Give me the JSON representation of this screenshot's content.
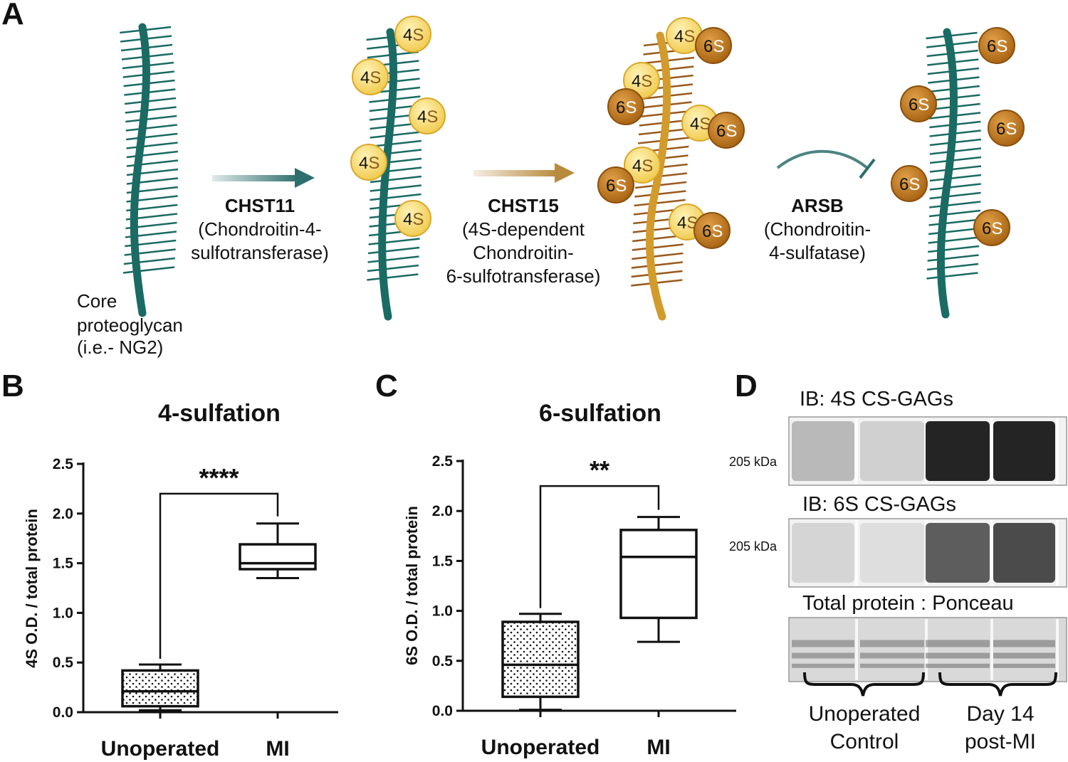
{
  "panel_a": {
    "letter": "A",
    "core_label": [
      "Core",
      "proteoglycan",
      "(i.e.- NG2)"
    ],
    "bead_4s_prefix": "4",
    "bead_6s_prefix": "6",
    "bead_suffix": "S",
    "enzymes": [
      {
        "name": "CHST11",
        "lines": [
          "(Chondroitin-4-",
          "sulfotransferase)"
        ],
        "color": "#2e6f6c",
        "action": "arrow"
      },
      {
        "name": "CHST15",
        "lines": [
          "(4S-dependent",
          "Chondroitin-",
          "6-sulfotransferase)"
        ],
        "color": "#b98a3c",
        "action": "arrow"
      },
      {
        "name": "ARSB",
        "lines": [
          "(Chondroitin-",
          "4-sulfatase)"
        ],
        "color": "#2e6f6c",
        "action": "inhibit"
      }
    ],
    "colors": {
      "chain_teal": "#1a6b63",
      "chain_gold": "#d29b2b",
      "branch_brown": "#9a5a1e",
      "bead_4s": "#f7d86a",
      "bead_6s": "#c07a1e"
    }
  },
  "panel_b": {
    "letter": "B",
    "chart_data": {
      "type": "box",
      "title": "4-sulfation",
      "ylabel": "4S O.D. / total protein",
      "ylim": [
        0,
        2.5
      ],
      "yticks": [
        "0.0",
        "0.5",
        "1.0",
        "1.5",
        "2.0",
        "2.5"
      ],
      "categories": [
        "Unoperated",
        "MI"
      ],
      "boxes": [
        {
          "category": "Unoperated",
          "min": 0.02,
          "q1": 0.06,
          "median": 0.21,
          "q3": 0.42,
          "max": 0.48,
          "fill": "dotted"
        },
        {
          "category": "MI",
          "min": 1.35,
          "q1": 1.44,
          "median": 1.5,
          "q3": 1.69,
          "max": 1.9,
          "fill": "none"
        }
      ],
      "significance": {
        "label": "****",
        "y": 2.2
      }
    }
  },
  "panel_c": {
    "letter": "C",
    "chart_data": {
      "type": "box",
      "title": "6-sulfation",
      "ylabel": "6S O.D. / total protein",
      "ylim": [
        0,
        2.5
      ],
      "yticks": [
        "0.0",
        "0.5",
        "1.0",
        "1.5",
        "2.0",
        "2.5"
      ],
      "categories": [
        "Unoperated",
        "MI"
      ],
      "boxes": [
        {
          "category": "Unoperated",
          "min": 0.01,
          "q1": 0.14,
          "median": 0.46,
          "q3": 0.89,
          "max": 0.97,
          "fill": "dotted"
        },
        {
          "category": "MI",
          "min": 0.69,
          "q1": 0.93,
          "median": 1.54,
          "q3": 1.81,
          "max": 1.94,
          "fill": "none"
        }
      ],
      "significance": {
        "label": "**",
        "y": 2.25
      }
    }
  },
  "panel_d": {
    "letter": "D",
    "blots": [
      {
        "header": "IB: 4S CS-GAGs",
        "marker": "205 kDa",
        "lane_darkness": [
          0.3,
          0.2,
          0.95,
          0.95
        ]
      },
      {
        "header": "IB: 6S CS-GAGs",
        "marker": "205 kDa",
        "lane_darkness": [
          0.18,
          0.14,
          0.7,
          0.78
        ]
      },
      {
        "header": "Total protein : Ponceau",
        "marker": "",
        "lane_darkness": [
          0.3,
          0.3,
          0.33,
          0.33
        ]
      }
    ],
    "groups": [
      {
        "lines": [
          "Unoperated",
          "Control"
        ]
      },
      {
        "lines": [
          "Day 14",
          "post-MI"
        ]
      }
    ]
  }
}
